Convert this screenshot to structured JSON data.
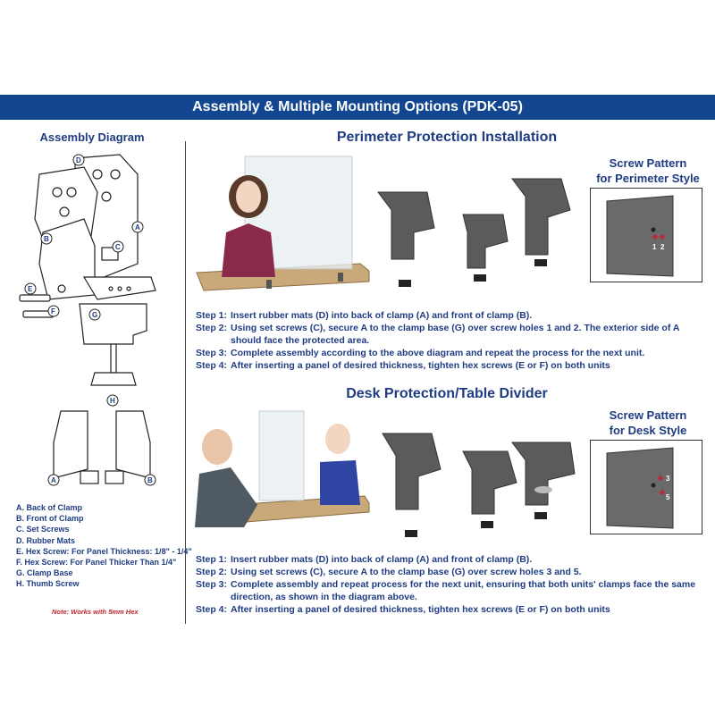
{
  "banner": {
    "title": "Assembly & Multiple Mounting Options (PDK-05)"
  },
  "assembly": {
    "title": "Assembly Diagram",
    "part_letters": [
      "D",
      "A",
      "B",
      "C",
      "E",
      "F",
      "G",
      "H"
    ],
    "legend": [
      "A. Back of Clamp",
      "B. Front of Clamp",
      "C. Set Screws",
      "D. Rubber Mats",
      "E. Hex Screw: For Panel Thickness: 1/8\" - 1/4\"",
      "F. Hex Screw: For Panel Thicker Than 1/4\"",
      "G. Clamp Base",
      "H. Thumb Screw"
    ],
    "note": "Note: Works with 5mm Hex"
  },
  "perimeter": {
    "title": "Perimeter Protection Installation",
    "screw_pattern_title": [
      "Screw Pattern",
      "for Perimeter Style"
    ],
    "holes": [
      "1",
      "2"
    ],
    "steps": [
      {
        "label": "Step 1:",
        "text": "Insert rubber mats (D) into back of clamp (A) and front of clamp (B)."
      },
      {
        "label": "Step 2:",
        "text": "Using set screws (C), secure A to the clamp base (G) over screw holes 1 and 2. The exterior side of A should face the protected area."
      },
      {
        "label": "Step 3:",
        "text": "Complete assembly according to the above diagram and repeat the process for the next unit."
      },
      {
        "label": "Step 4:",
        "text": "After inserting a panel of desired thickness, tighten hex screws (E or F) on both units"
      }
    ]
  },
  "desk": {
    "title": "Desk Protection/Table Divider",
    "screw_pattern_title": [
      "Screw Pattern",
      "for Desk Style"
    ],
    "holes": [
      "3",
      "5"
    ],
    "steps": [
      {
        "label": "Step 1:",
        "text": "Insert rubber mats (D) into back of clamp (A) and front of clamp (B)."
      },
      {
        "label": "Step 2:",
        "text": "Using set screws (C), secure A  to the clamp base (G) over screw holes 3 and 5."
      },
      {
        "label": "Step 3:",
        "text": "Complete assembly and repeat process for the next unit, ensuring that both units' clamps face the same direction, as shown in the diagram above."
      },
      {
        "label": "Step 4:",
        "text": "After inserting a panel of desired thickness, tighten hex screws (E or F) on both units"
      }
    ]
  },
  "colors": {
    "banner": "#134690",
    "heading": "#1f3c82",
    "note": "#c0272d",
    "clamp": "#5b5b5b",
    "desk": "#c9a97a"
  }
}
